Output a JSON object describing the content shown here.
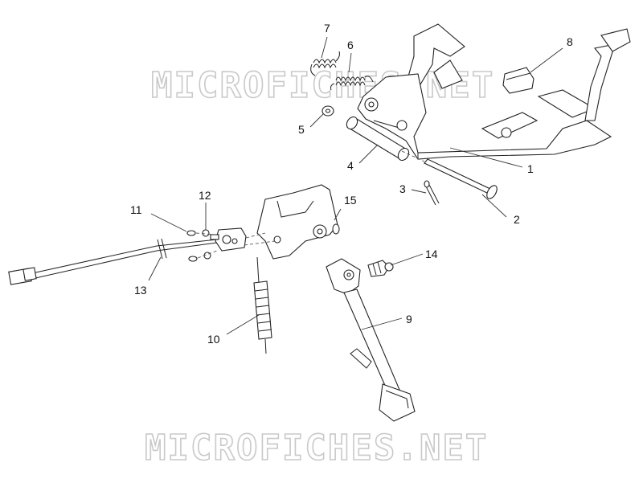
{
  "watermark": {
    "top": "MICROFICHES.NET",
    "bottom": "MICROFICHES.NET"
  },
  "callouts": {
    "p1": "1",
    "p2": "2",
    "p3": "3",
    "p4": "4",
    "p5": "5",
    "p6": "6",
    "p7": "7",
    "p8": "8",
    "p9": "9",
    "p10": "10",
    "p11": "11",
    "p12": "12",
    "p13": "13",
    "p14": "14",
    "p15": "15"
  }
}
